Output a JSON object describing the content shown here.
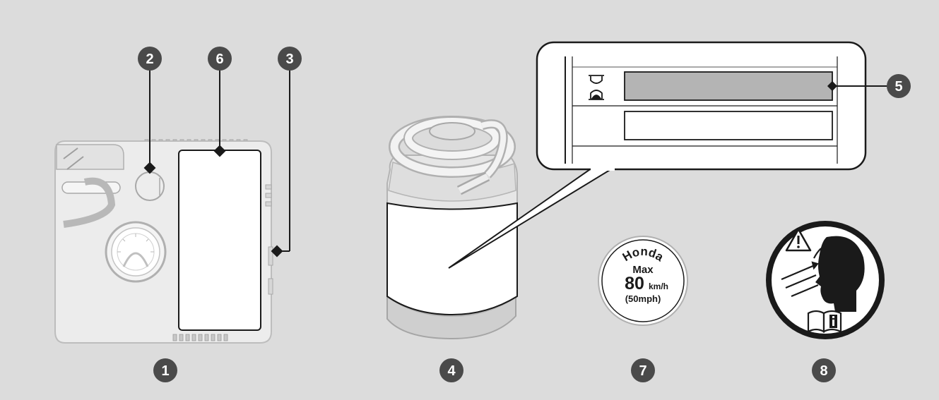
{
  "colors": {
    "background": "#dcdcdc",
    "callout_fill": "#4a4a4a",
    "part_light": "#f2f2f2",
    "part_mid": "#e4e4e4",
    "part_dark": "#cfcfcf",
    "outline": "#1a1a1a",
    "highlight_bar": "#b4b4b4"
  },
  "callouts": {
    "c1": "1",
    "c2": "2",
    "c3": "3",
    "c4": "4",
    "c5": "5",
    "c6": "6",
    "c7": "7",
    "c8": "8"
  },
  "speed_sticker": {
    "brand": "Honda",
    "max_label": "Max",
    "speed_value": "80",
    "speed_unit": "km/h",
    "speed_alt": "(50mph)"
  },
  "icons": {
    "timer": "hourglass-icon",
    "warning": "warning-triangle-icon",
    "manual": "manual-info-icon"
  }
}
